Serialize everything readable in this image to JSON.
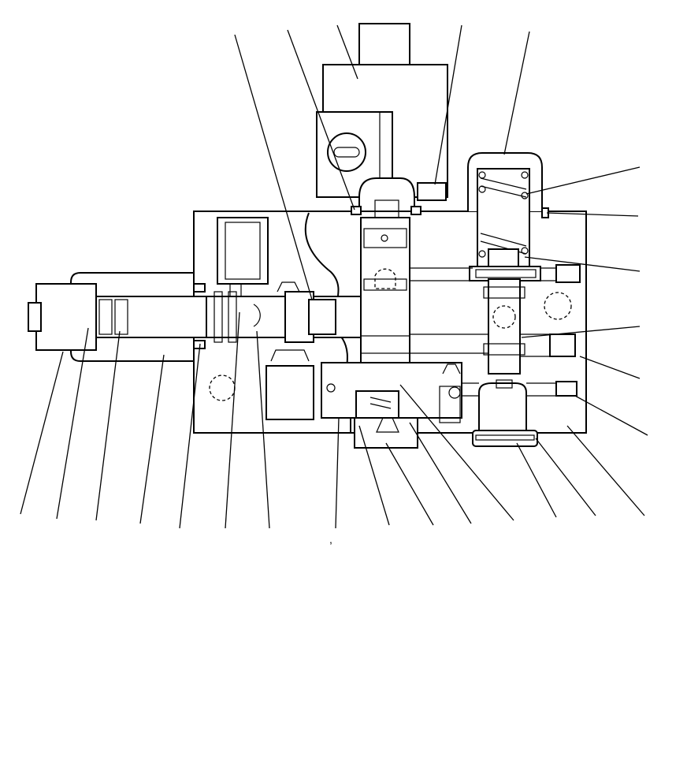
{
  "figure": {
    "stray_mark": ","
  },
  "leader_lines": {
    "top": [
      "leader-top-1",
      "leader-top-2",
      "leader-top-3",
      "leader-top-4",
      "leader-top-5"
    ],
    "right": [
      "leader-right-1",
      "leader-right-2",
      "leader-right-3",
      "leader-right-4",
      "leader-right-5",
      "leader-right-6"
    ],
    "bottom": [
      "leader-bottom-1",
      "leader-bottom-2",
      "leader-bottom-3",
      "leader-bottom-4",
      "leader-bottom-5",
      "leader-bottom-6",
      "leader-bottom-7",
      "leader-bottom-8",
      "leader-bottom-9",
      "leader-bottom-10",
      "leader-bottom-11",
      "leader-bottom-12",
      "leader-bottom-13",
      "leader-bottom-14",
      "leader-bottom-15"
    ]
  },
  "colors": {
    "line": "#000000",
    "background": "#ffffff"
  }
}
